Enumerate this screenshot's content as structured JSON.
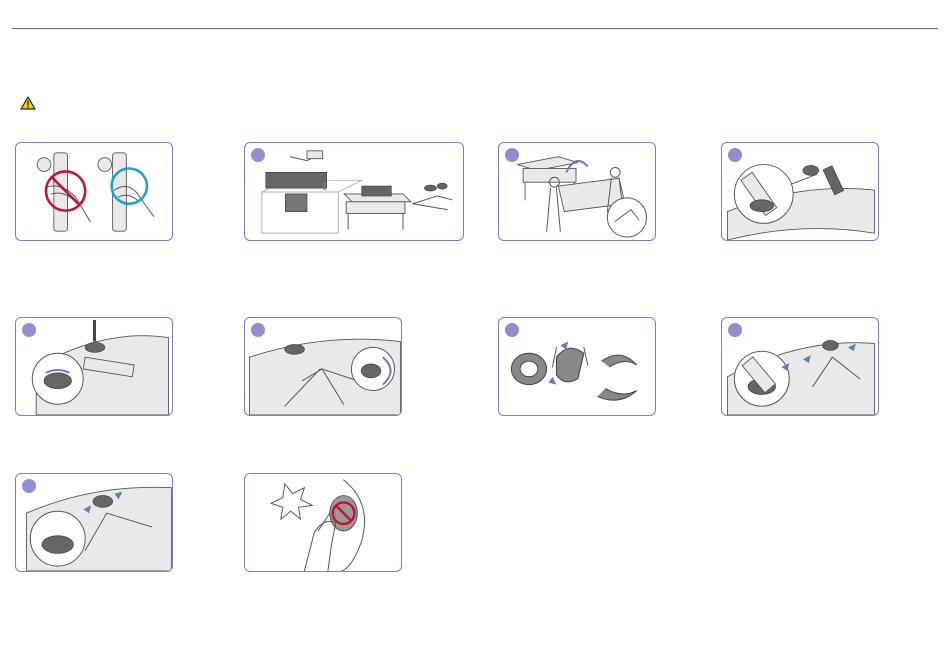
{
  "icons": {
    "warning": "warning-triangle-icon"
  },
  "colors": {
    "panel_border": "#7b7fc4",
    "step_badge": "#8c8fd0",
    "prohibited": "#c8102e",
    "correct": "#1aa0d8",
    "arrow": "#6f74c4"
  },
  "panels": [
    {
      "id": "do-dont",
      "badge": false
    },
    {
      "id": "unpack",
      "badge": true
    },
    {
      "id": "lift",
      "badge": true
    },
    {
      "id": "attach-neck",
      "badge": true
    },
    {
      "id": "screw",
      "badge": true
    },
    {
      "id": "base",
      "badge": true
    },
    {
      "id": "cover",
      "badge": true
    },
    {
      "id": "cover-attach",
      "badge": true
    },
    {
      "id": "cover-slide",
      "badge": true
    },
    {
      "id": "caution-pinch",
      "badge": false
    }
  ]
}
